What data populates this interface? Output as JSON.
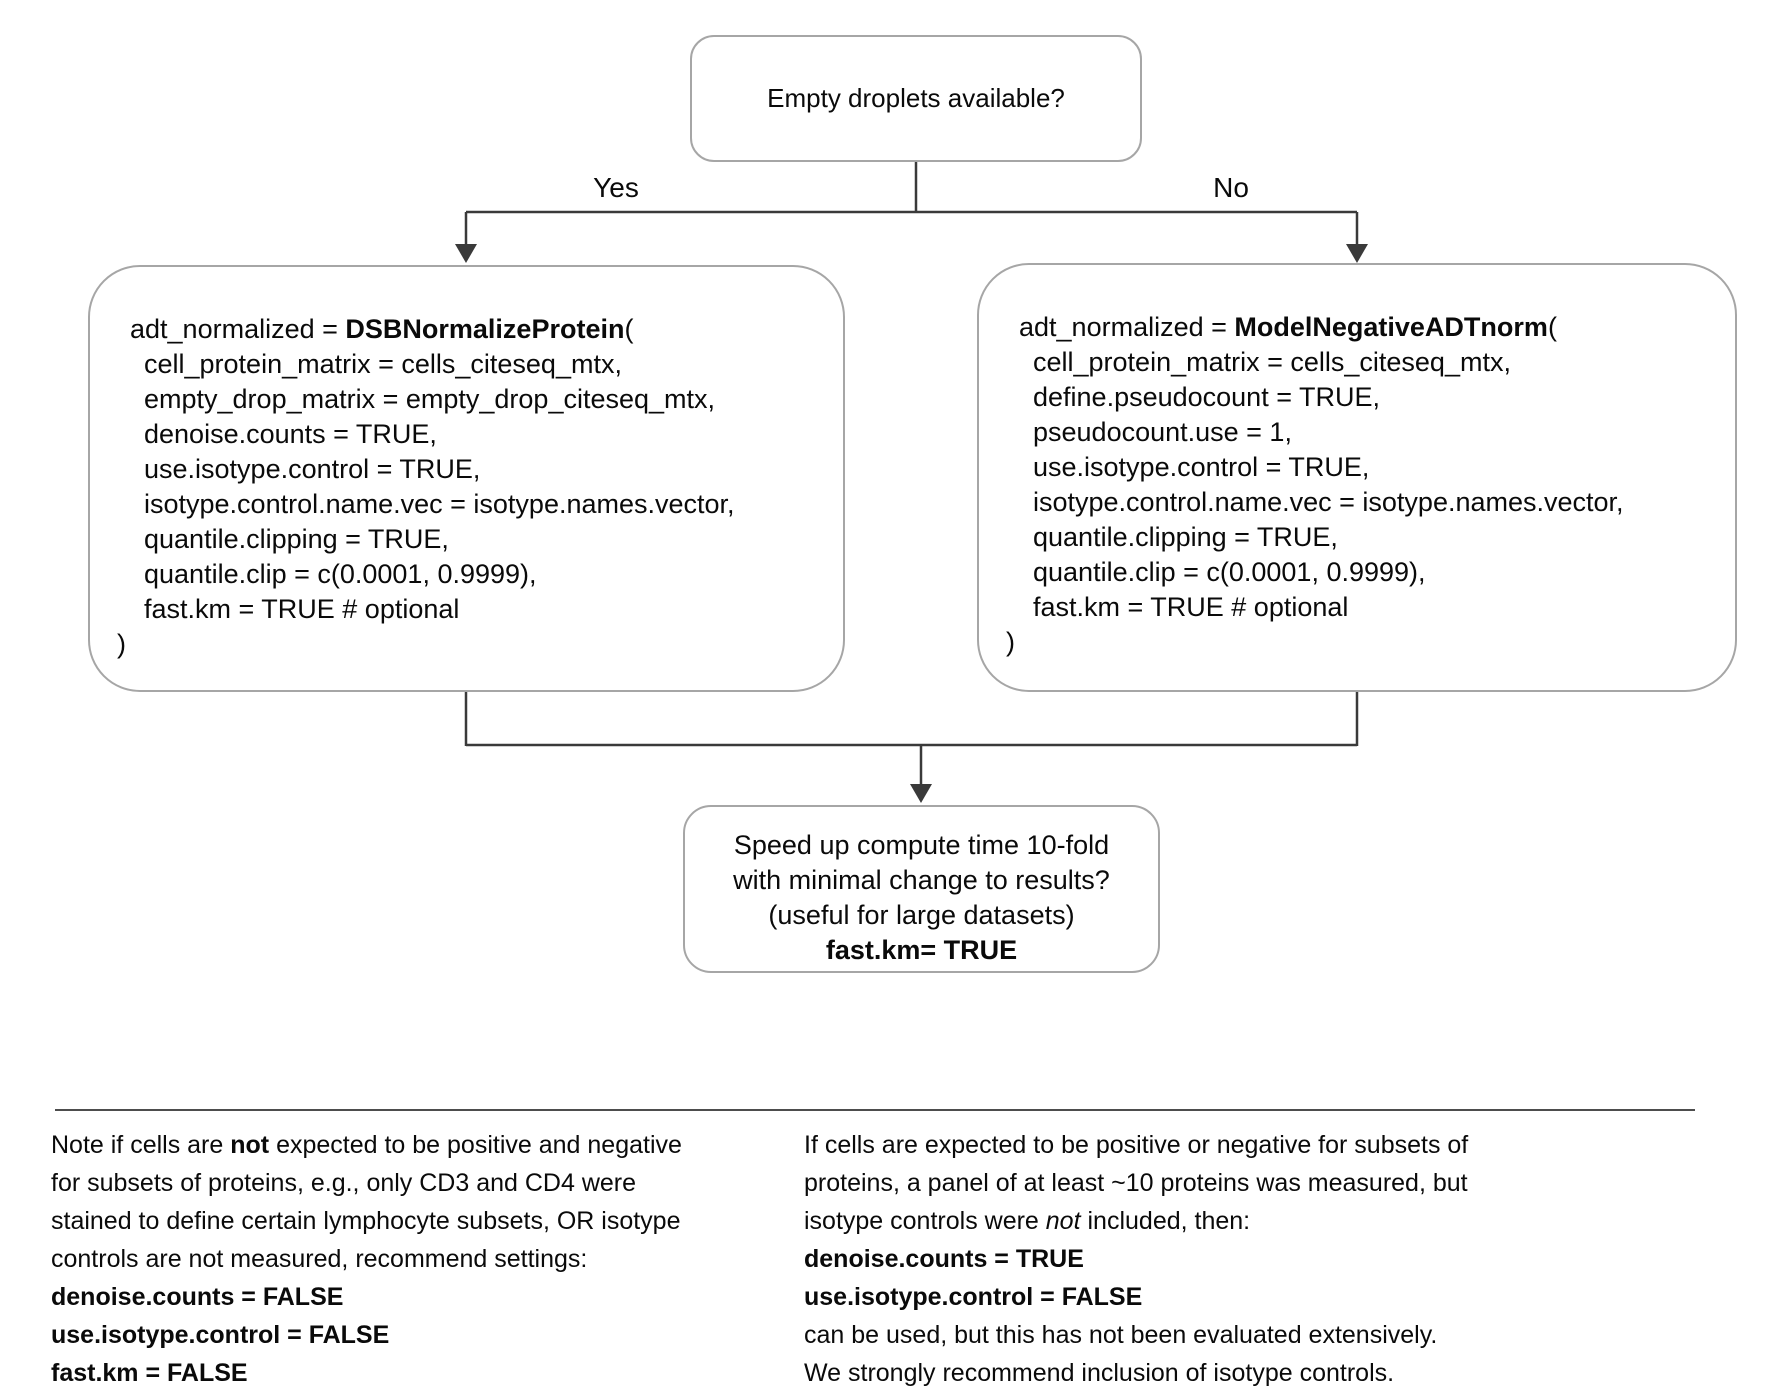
{
  "diagram": {
    "decision_text": "Empty droplets available?",
    "yes_label": "Yes",
    "no_label": "No",
    "left_code": [
      {
        "indent": "first",
        "segments": [
          {
            "t": "adt_normalized = "
          },
          {
            "t": "DSBNormalizeProtein",
            "b": true
          },
          {
            "t": "("
          }
        ]
      },
      {
        "indent": "body",
        "segments": [
          {
            "t": "cell_protein_matrix = cells_citeseq_mtx,"
          }
        ]
      },
      {
        "indent": "body",
        "segments": [
          {
            "t": "empty_drop_matrix = empty_drop_citeseq_mtx,"
          }
        ]
      },
      {
        "indent": "body",
        "segments": [
          {
            "t": "denoise.counts = TRUE,"
          }
        ]
      },
      {
        "indent": "body",
        "segments": [
          {
            "t": "use.isotype.control = TRUE,"
          }
        ]
      },
      {
        "indent": "body",
        "segments": [
          {
            "t": "isotype.control.name.vec = isotype.names.vector,"
          }
        ]
      },
      {
        "indent": "body",
        "segments": [
          {
            "t": "quantile.clipping = TRUE,"
          }
        ]
      },
      {
        "indent": "body",
        "segments": [
          {
            "t": "quantile.clip = c(0.0001, 0.9999),"
          }
        ]
      },
      {
        "indent": "body",
        "segments": [
          {
            "t": "fast.km = TRUE # optional"
          }
        ]
      },
      {
        "indent": "close",
        "segments": [
          {
            "t": ")"
          }
        ]
      }
    ],
    "right_code": [
      {
        "indent": "first",
        "segments": [
          {
            "t": "adt_normalized = "
          },
          {
            "t": "ModelNegativeADTnorm",
            "b": true
          },
          {
            "t": "("
          }
        ]
      },
      {
        "indent": "body",
        "segments": [
          {
            "t": "cell_protein_matrix = cells_citeseq_mtx,"
          }
        ]
      },
      {
        "indent": "body",
        "segments": [
          {
            "t": "define.pseudocount = TRUE,"
          }
        ]
      },
      {
        "indent": "body",
        "segments": [
          {
            "t": "pseudocount.use = 1,"
          }
        ]
      },
      {
        "indent": "body",
        "segments": [
          {
            "t": "use.isotype.control = TRUE,"
          }
        ]
      },
      {
        "indent": "body",
        "segments": [
          {
            "t": "isotype.control.name.vec = isotype.names.vector,"
          }
        ]
      },
      {
        "indent": "body",
        "segments": [
          {
            "t": "quantile.clipping = TRUE,"
          }
        ]
      },
      {
        "indent": "body",
        "segments": [
          {
            "t": "quantile.clip = c(0.0001, 0.9999),"
          }
        ]
      },
      {
        "indent": "body",
        "segments": [
          {
            "t": "fast.km = TRUE # optional"
          }
        ]
      },
      {
        "indent": "close",
        "segments": [
          {
            "t": ")"
          }
        ]
      }
    ],
    "speed_box": [
      {
        "segments": [
          {
            "t": "Speed up compute time 10-fold"
          }
        ]
      },
      {
        "segments": [
          {
            "t": "with minimal change to results?"
          }
        ]
      },
      {
        "segments": [
          {
            "t": "(useful for large datasets)"
          }
        ]
      },
      {
        "segments": [
          {
            "t": "fast.km= TRUE",
            "b": true
          }
        ]
      }
    ]
  },
  "notes": {
    "left_lines": [
      {
        "segments": [
          {
            "t": "Note if cells are "
          },
          {
            "t": "not",
            "b": true
          },
          {
            "t": " expected to be positive and negative"
          }
        ]
      },
      {
        "segments": [
          {
            "t": "for subsets of proteins, e.g., only CD3 and CD4 were"
          }
        ]
      },
      {
        "segments": [
          {
            "t": "stained to define certain lymphocyte subsets, OR isotype"
          }
        ]
      },
      {
        "segments": [
          {
            "t": "controls are not measured, recommend settings:"
          }
        ]
      },
      {
        "segments": [
          {
            "t": "denoise.counts = FALSE",
            "b": true
          }
        ]
      },
      {
        "segments": [
          {
            "t": "use.isotype.control = FALSE",
            "b": true
          }
        ]
      },
      {
        "segments": [
          {
            "t": "fast.km = FALSE",
            "b": true
          }
        ]
      }
    ],
    "right_lines": [
      {
        "segments": [
          {
            "t": "If cells are expected to be positive or negative for subsets of"
          }
        ]
      },
      {
        "segments": [
          {
            "t": "proteins, a panel of at least ~10 proteins was measured, but"
          }
        ]
      },
      {
        "segments": [
          {
            "t": "isotype controls were "
          },
          {
            "t": "not",
            "i": true
          },
          {
            "t": " included, then:"
          }
        ]
      },
      {
        "segments": [
          {
            "t": "denoise.counts = TRUE",
            "b": true
          }
        ]
      },
      {
        "segments": [
          {
            "t": "use.isotype.control = FALSE",
            "b": true
          }
        ]
      },
      {
        "segments": [
          {
            "t": "can be used, but this has not been evaluated extensively."
          }
        ]
      },
      {
        "segments": [
          {
            "t": "We strongly recommend inclusion of isotype controls."
          }
        ]
      }
    ]
  },
  "colors": {
    "box_border": "#a6a6a6",
    "connector": "#3a3a3a",
    "divider": "#4d4d4d",
    "text": "#0a0a0a"
  }
}
